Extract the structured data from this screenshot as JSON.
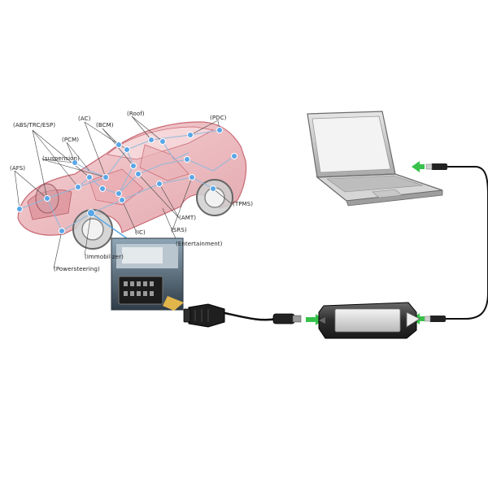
{
  "diagram": {
    "car_labels": [
      {
        "key": "abs",
        "text": "ABS/TRC/ESP"
      },
      {
        "key": "ac",
        "text": "AC"
      },
      {
        "key": "roof",
        "text": "Roof"
      },
      {
        "key": "pdc",
        "text": "PDC"
      },
      {
        "key": "bcm",
        "text": "BCM"
      },
      {
        "key": "pcm",
        "text": "PCM"
      },
      {
        "key": "suspension",
        "text": "suspension"
      },
      {
        "key": "afs",
        "text": "AFS"
      },
      {
        "key": "tpms",
        "text": "TPMS"
      },
      {
        "key": "amt",
        "text": "AMT"
      },
      {
        "key": "ic",
        "text": "IC"
      },
      {
        "key": "srs",
        "text": "SRS"
      },
      {
        "key": "entertainment",
        "text": "Entertainment"
      },
      {
        "key": "immobilizer",
        "text": "Immobilizer"
      },
      {
        "key": "powersteering",
        "text": "Powersteering"
      }
    ],
    "colors": {
      "car_body": "#e9a7ad",
      "car_outline": "#c96a74",
      "node": "#5aa6e6",
      "arrow": "#36c24a",
      "laptop": "#cfcfcf",
      "interface_box": "#3a3a3a",
      "cable": "#111111"
    }
  }
}
